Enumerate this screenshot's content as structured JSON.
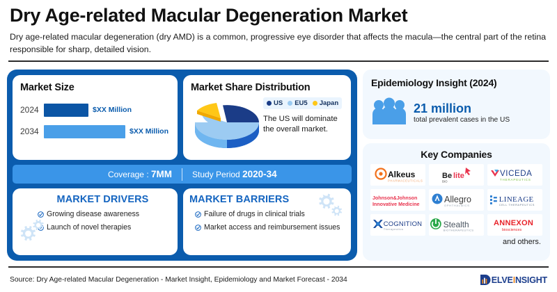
{
  "header": {
    "title": "Dry Age-related Macular Degeneration Market",
    "subtitle": "Dry age-related macular degeneration (dry AMD) is a common, progressive eye disorder that affects the macula—the central part of the retina responsible for sharp, detailed vision."
  },
  "market_size": {
    "heading": "Market Size",
    "rows": [
      {
        "year": "2024",
        "value": "$XX Million"
      },
      {
        "year": "2034",
        "value": "$XX Million"
      }
    ]
  },
  "market_share": {
    "heading": "Market Share Distribution",
    "note": "The US will dominate the overall market.",
    "legend": [
      {
        "label": "US",
        "color": "#1B3C87"
      },
      {
        "label": "EU5",
        "color": "#9CCBF2"
      },
      {
        "label": "Japan",
        "color": "#FFC717"
      }
    ]
  },
  "coverage": {
    "coverage_label": "Coverage :",
    "coverage_value": "7MM",
    "period_label": "Study Period",
    "period_value": "2020-34"
  },
  "drivers": {
    "heading": "MARKET DRIVERS",
    "items": [
      "Growing disease awareness",
      "Launch of novel therapies"
    ]
  },
  "barriers": {
    "heading": "MARKET BARRIERS",
    "items": [
      "Failure of drugs in clinical trials",
      "Market access and reimbursement issues"
    ]
  },
  "epidemiology": {
    "heading": "Epidemiology Insight (2024)",
    "figure": "21 million",
    "caption": "total prevalent cases in the US"
  },
  "companies": {
    "heading": "Key Companies",
    "logos": [
      {
        "name": "Alkeus",
        "sub": "PHARMACEUTICALS"
      },
      {
        "name": "Belite",
        "sub": "BIO"
      },
      {
        "name": "AVICEDA",
        "sub": "THERAPEUTICS"
      },
      {
        "name": "Johnson&Johnson",
        "sub": "Innovative Medicine"
      },
      {
        "name": "Allegro",
        "sub": "OPHTHALMICS"
      },
      {
        "name": "LINEAGE",
        "sub": "CELL THERAPEUTICS"
      },
      {
        "name": "COGNITION",
        "sub": "Therapeutics"
      },
      {
        "name": "Stealth",
        "sub": "BIOTHERAPEUTICS"
      },
      {
        "name": "ANNEXON",
        "sub": "biosciences"
      }
    ],
    "and_others": "and others."
  },
  "footer": {
    "source": "Source: Dry Age-related Macular Degeneration - Market Insight, Epidemiology and Market Forecast - 2034",
    "brand_d": "D",
    "brand_a": "ELVE",
    "brand_i": "I",
    "brand_b": "NSIGHT"
  },
  "chart_data": [
    {
      "type": "bar",
      "title": "Market Size",
      "categories": [
        "2024",
        "2034"
      ],
      "values": [
        64,
        117
      ],
      "value_labels": [
        "$XX Million",
        "$XX Million"
      ],
      "colors": [
        "#0B55A5",
        "#4A9FE8"
      ],
      "orientation": "horizontal",
      "grid": false
    },
    {
      "type": "pie",
      "title": "Market Share Distribution",
      "labels": [
        "US",
        "EU5",
        "Japan"
      ],
      "values": [
        45,
        42,
        13
      ],
      "colors": [
        "#1B3C87",
        "#9CCBF2",
        "#FFC717"
      ],
      "legend": "right",
      "exploded": [
        "Japan"
      ],
      "style": "3d"
    }
  ]
}
